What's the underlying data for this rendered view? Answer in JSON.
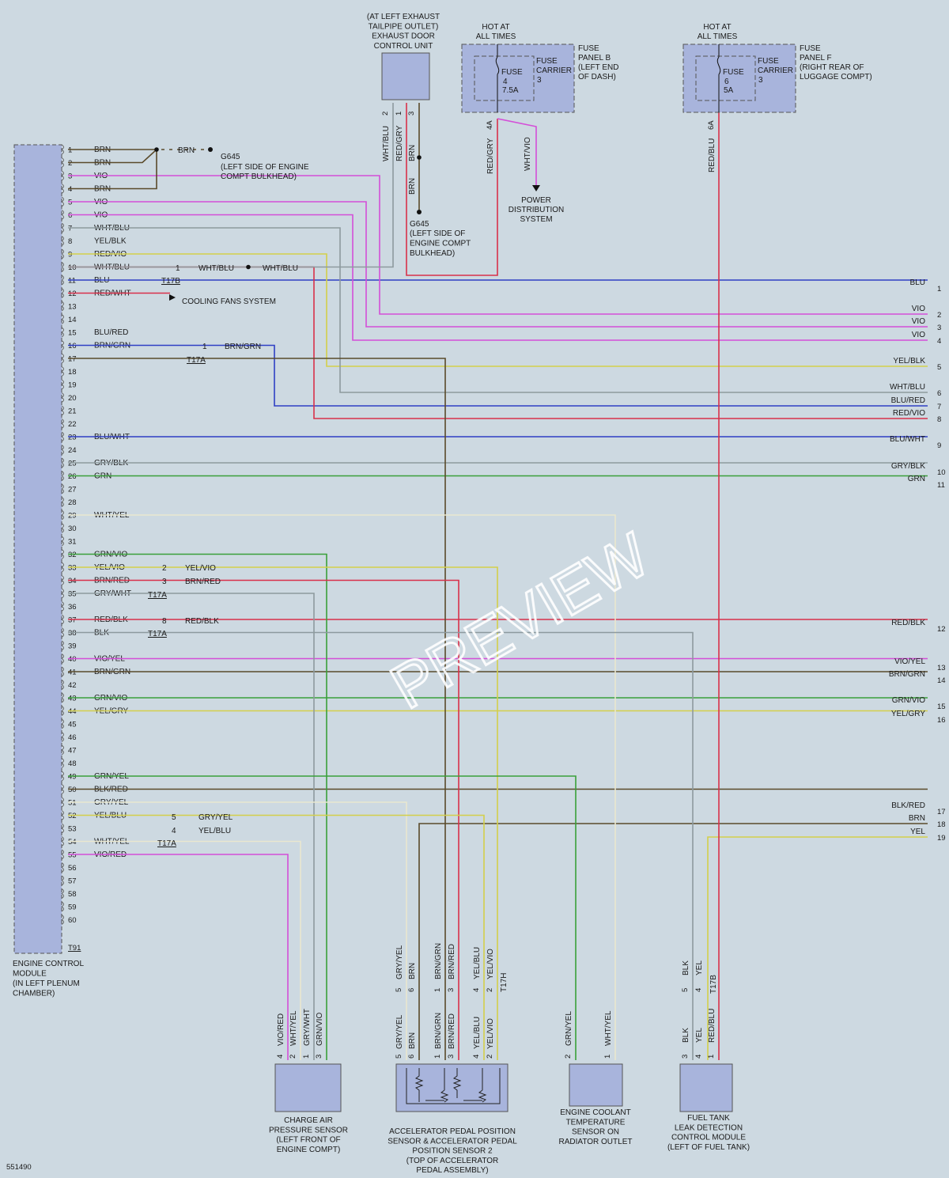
{
  "diagram_id": "551490",
  "watermark": "PREVIEW",
  "ecm": {
    "label": [
      "ENGINE CONTROL",
      "MODULE",
      "(IN LEFT PLENUM",
      "CHAMBER)"
    ],
    "connector": "T91",
    "pins": [
      {
        "n": "1",
        "wire": "BRN"
      },
      {
        "n": "2",
        "wire": "BRN"
      },
      {
        "n": "3",
        "wire": "VIO"
      },
      {
        "n": "4",
        "wire": "BRN"
      },
      {
        "n": "5",
        "wire": "VIO"
      },
      {
        "n": "6",
        "wire": "VIO"
      },
      {
        "n": "7",
        "wire": "WHT/BLU"
      },
      {
        "n": "8",
        "wire": "YEL/BLK"
      },
      {
        "n": "9",
        "wire": "RED/VIO"
      },
      {
        "n": "10",
        "wire": "WHT/BLU"
      },
      {
        "n": "11",
        "wire": "BLU"
      },
      {
        "n": "12",
        "wire": "RED/WHT"
      },
      {
        "n": "13",
        "wire": ""
      },
      {
        "n": "14",
        "wire": ""
      },
      {
        "n": "15",
        "wire": "BLU/RED"
      },
      {
        "n": "16",
        "wire": "BRN/GRN"
      },
      {
        "n": "17",
        "wire": ""
      },
      {
        "n": "18",
        "wire": ""
      },
      {
        "n": "19",
        "wire": ""
      },
      {
        "n": "20",
        "wire": ""
      },
      {
        "n": "21",
        "wire": ""
      },
      {
        "n": "22",
        "wire": ""
      },
      {
        "n": "23",
        "wire": "BLU/WHT"
      },
      {
        "n": "24",
        "wire": ""
      },
      {
        "n": "25",
        "wire": "GRY/BLK"
      },
      {
        "n": "26",
        "wire": "GRN"
      },
      {
        "n": "27",
        "wire": ""
      },
      {
        "n": "28",
        "wire": ""
      },
      {
        "n": "29",
        "wire": "WHT/YEL"
      },
      {
        "n": "30",
        "wire": ""
      },
      {
        "n": "31",
        "wire": ""
      },
      {
        "n": "32",
        "wire": "GRN/VIO"
      },
      {
        "n": "33",
        "wire": "YEL/VIO"
      },
      {
        "n": "34",
        "wire": "BRN/RED"
      },
      {
        "n": "35",
        "wire": "GRY/WHT"
      },
      {
        "n": "36",
        "wire": ""
      },
      {
        "n": "37",
        "wire": "RED/BLK"
      },
      {
        "n": "38",
        "wire": "BLK"
      },
      {
        "n": "39",
        "wire": ""
      },
      {
        "n": "40",
        "wire": "VIO/YEL"
      },
      {
        "n": "41",
        "wire": "BRN/GRN"
      },
      {
        "n": "42",
        "wire": ""
      },
      {
        "n": "43",
        "wire": "GRN/VIO"
      },
      {
        "n": "44",
        "wire": "YEL/GRY"
      },
      {
        "n": "45",
        "wire": ""
      },
      {
        "n": "46",
        "wire": ""
      },
      {
        "n": "47",
        "wire": ""
      },
      {
        "n": "48",
        "wire": ""
      },
      {
        "n": "49",
        "wire": "GRN/YEL"
      },
      {
        "n": "50",
        "wire": "BLK/RED"
      },
      {
        "n": "51",
        "wire": "GRY/YEL"
      },
      {
        "n": "52",
        "wire": "YEL/BLU"
      },
      {
        "n": "53",
        "wire": ""
      },
      {
        "n": "54",
        "wire": "WHT/YEL"
      },
      {
        "n": "55",
        "wire": "VIO/RED"
      },
      {
        "n": "56",
        "wire": ""
      },
      {
        "n": "57",
        "wire": ""
      },
      {
        "n": "58",
        "wire": ""
      },
      {
        "n": "59",
        "wire": ""
      },
      {
        "n": "60",
        "wire": ""
      }
    ]
  },
  "exhaust_door": {
    "label": [
      "(AT LEFT EXHAUST",
      "TAILPIPE OUTLET)",
      "EXHAUST DOOR",
      "CONTROL UNIT"
    ],
    "pins": [
      {
        "n": "2",
        "wire": "WHT/BLU"
      },
      {
        "n": "1",
        "wire": "RED/GRY"
      },
      {
        "n": "3",
        "wire": "BRN"
      }
    ]
  },
  "ground_g645_top": {
    "label": "G645",
    "desc": [
      "(LEFT SIDE OF ENGINE",
      "COMPT BULKHEAD)"
    ],
    "wire": "BRN"
  },
  "ground_g645_mid": {
    "label": "G645",
    "desc": [
      "(LEFT SIDE OF",
      "ENGINE COMPT",
      "BULKHEAD)"
    ],
    "wire": "BRN"
  },
  "fuse_b": {
    "hot": [
      "HOT AT",
      "ALL TIMES"
    ],
    "panel": [
      "FUSE",
      "PANEL B",
      "(LEFT END",
      "OF DASH)"
    ],
    "carrier": [
      "FUSE",
      "CARRIER",
      "3"
    ],
    "fuse": [
      "FUSE",
      "4",
      "7.5A"
    ],
    "pin": "4A",
    "wires": [
      "RED/GRY",
      "WHT/VIO"
    ]
  },
  "fuse_f": {
    "hot": [
      "HOT AT",
      "ALL TIMES"
    ],
    "panel": [
      "FUSE",
      "PANEL F",
      "(RIGHT REAR OF",
      "LUGGAGE COMPT)"
    ],
    "carrier": [
      "FUSE",
      "CARRIER",
      "3"
    ],
    "fuse": [
      "FUSE",
      "6",
      "5A"
    ],
    "pin": "6A",
    "wire": "RED/BLU"
  },
  "power_dist": [
    "POWER",
    "DISTRIBUTION",
    "SYSTEM"
  ],
  "cooling_fans": "COOLING FANS SYSTEM",
  "inline_labels": {
    "t17b_wire": "WHT/BLU",
    "t17b_wire2": "WHT/BLU",
    "t17b": "T17B",
    "t17b_pin": "1",
    "t17a_16": "BRN/GRN",
    "t17a_16_pin": "1",
    "t17a": "T17A",
    "p33": "YEL/VIO",
    "p33_pin": "2",
    "p34": "BRN/RED",
    "p34_pin": "3",
    "p37": "RED/BLK",
    "p37_pin": "8",
    "p51": "GRY/YEL",
    "p51_pin": "5",
    "p52": "YEL/BLU",
    "p52_pin": "4",
    "brn_top": "BRN",
    "t17h": "T17H",
    "t17b_ft": "T17B"
  },
  "right_outputs": [
    {
      "n": "1",
      "wire": "BLU"
    },
    {
      "n": "2",
      "wire": "VIO"
    },
    {
      "n": "3",
      "wire": "VIO"
    },
    {
      "n": "4",
      "wire": "VIO"
    },
    {
      "n": "5",
      "wire": "YEL/BLK"
    },
    {
      "n": "6",
      "wire": "WHT/BLU"
    },
    {
      "n": "7",
      "wire": "BLU/RED"
    },
    {
      "n": "8",
      "wire": "RED/VIO"
    },
    {
      "n": "9",
      "wire": "BLU/WHT"
    },
    {
      "n": "10",
      "wire": "GRY/BLK"
    },
    {
      "n": "11",
      "wire": "GRN"
    },
    {
      "n": "12",
      "wire": "RED/BLK"
    },
    {
      "n": "13",
      "wire": "VIO/YEL"
    },
    {
      "n": "14",
      "wire": "BRN/GRN"
    },
    {
      "n": "15",
      "wire": "GRN/VIO"
    },
    {
      "n": "16",
      "wire": "YEL/GRY"
    },
    {
      "n": "17",
      "wire": "BLK/RED"
    },
    {
      "n": "18",
      "wire": "BRN"
    },
    {
      "n": "19",
      "wire": "YEL"
    }
  ],
  "components": {
    "charge_air": {
      "label": [
        "CHARGE AIR",
        "PRESSURE SENSOR",
        "(LEFT FRONT OF",
        "ENGINE COMPT)"
      ],
      "pins": [
        {
          "n": "4",
          "wire": "VIO/RED"
        },
        {
          "n": "2",
          "wire": "WHT/YEL"
        },
        {
          "n": "1",
          "wire": "GRY/WHT"
        },
        {
          "n": "3",
          "wire": "GRN/VIO"
        }
      ]
    },
    "pedal": {
      "label": [
        "ACCELERATOR PEDAL POSITION",
        "SENSOR & ACCELERATOR PEDAL",
        "POSITION SENSOR 2",
        "(TOP OF ACCELERATOR",
        "PEDAL ASSEMBLY)"
      ],
      "pins": [
        {
          "n": "5",
          "wire": "GRY/YEL"
        },
        {
          "n": "6",
          "wire": "BRN"
        },
        {
          "n": "1",
          "wire": "BRN/GRN"
        },
        {
          "n": "3",
          "wire": "BRN/RED"
        },
        {
          "n": "4",
          "wire": "YEL/BLU"
        },
        {
          "n": "2",
          "wire": "YEL/VIO"
        }
      ]
    },
    "coolant": {
      "label": [
        "ENGINE COOLANT",
        "TEMPERATURE",
        "SENSOR ON",
        "RADIATOR OUTLET"
      ],
      "pins": [
        {
          "n": "2",
          "wire": "GRN/YEL"
        },
        {
          "n": "1",
          "wire": "WHT/YEL"
        }
      ]
    },
    "fuel_tank": {
      "label": [
        "FUEL TANK",
        "LEAK DETECTION",
        "CONTROL MODULE",
        "(LEFT OF FUEL TANK)"
      ],
      "pins": [
        {
          "n": "3",
          "wire": "BLK"
        },
        {
          "n": "4",
          "wire": "YEL"
        },
        {
          "n": "1",
          "wire": "RED/BLU"
        }
      ]
    }
  },
  "colors": {
    "bg": "#cdd9e1",
    "box": "#a8b4dc",
    "blu": "#2f3fc4",
    "vio": "#d44fd8",
    "red": "#d8304a",
    "brn": "#5a4a2a",
    "grn": "#3aa03a",
    "yel": "#d4cf4a",
    "gry": "#8d9a9e",
    "wht": "#e9e7cf"
  }
}
